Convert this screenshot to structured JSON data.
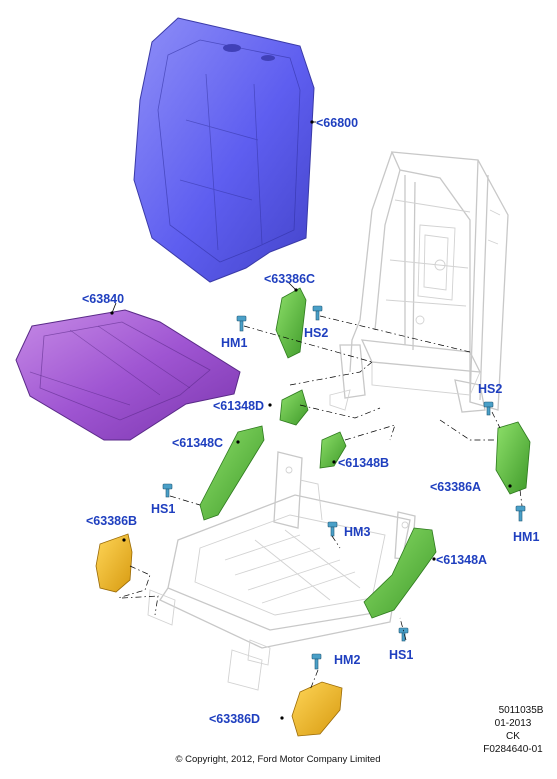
{
  "callouts": {
    "c66800": "<66800",
    "c63386C": "<63386C",
    "c63840": "<63840",
    "cHM1_top": "HM1",
    "cHS2_mid": "HS2",
    "cHS2_right": "HS2",
    "c61348D": "<61348D",
    "c61348C": "<61348C",
    "c61348B": "<61348B",
    "c63386A": "<63386A",
    "cHS1_left": "HS1",
    "cHM3": "HM3",
    "cHM1_right": "HM1",
    "c63386B": "<63386B",
    "c61348A": "<61348A",
    "cHM2": "HM2",
    "cHS1_bottom": "HS1",
    "c63386D": "<63386D"
  },
  "reference": {
    "code": "5011035B",
    "date": "01-2013",
    "initials": "CK",
    "figure": "F0284640-01"
  },
  "copyright": "© Copyright, 2012, Ford Motor Company Limited",
  "colors": {
    "callout_text": "#1f3fbf",
    "backrest_pad": "#6b6bf0",
    "cushion_pad": "#a05ad2",
    "trim_green": "#5cc03a",
    "trim_yellow": "#e8b41a",
    "fastener": "#4aa0c8",
    "frame_lines": "#c8c8c8"
  }
}
